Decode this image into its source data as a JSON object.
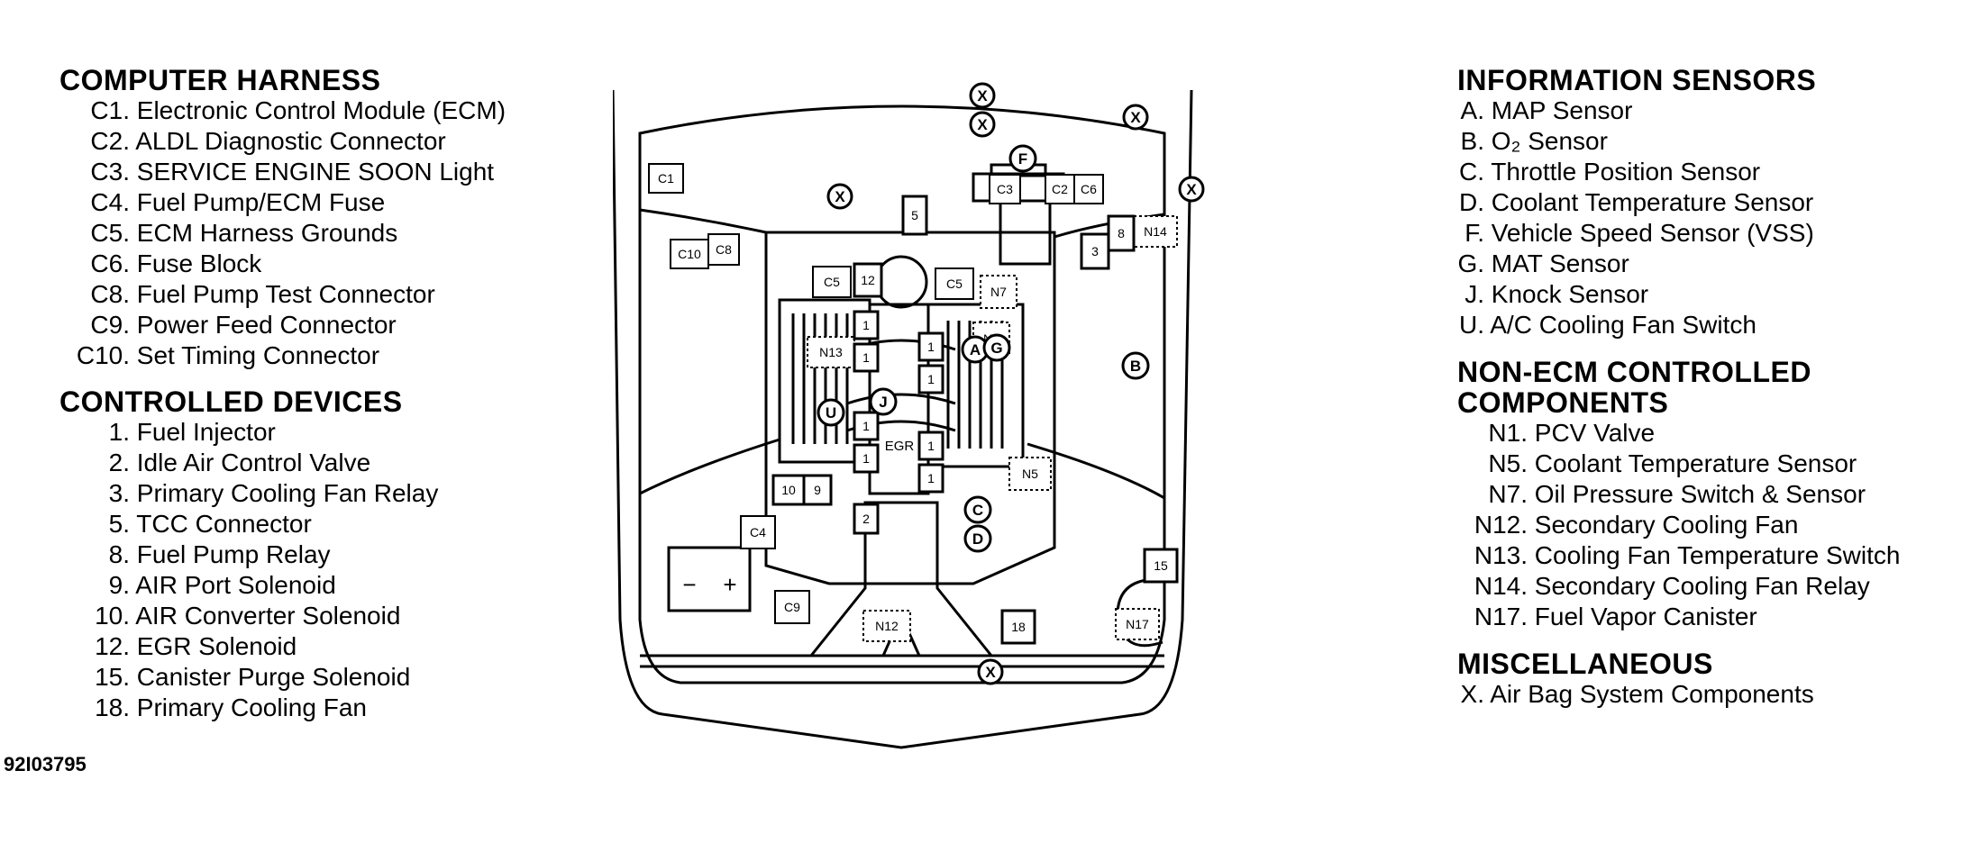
{
  "computer_harness": {
    "title": "COMPUTER HARNESS",
    "items": [
      {
        "code": "C1.",
        "label": "Electronic Control Module (ECM)"
      },
      {
        "code": "C2.",
        "label": "ALDL Diagnostic Connector"
      },
      {
        "code": "C3.",
        "label": "SERVICE ENGINE SOON Light"
      },
      {
        "code": "C4.",
        "label": "Fuel Pump/ECM Fuse"
      },
      {
        "code": "C5.",
        "label": "ECM Harness Grounds"
      },
      {
        "code": "C6.",
        "label": "Fuse Block"
      },
      {
        "code": "C8.",
        "label": "Fuel Pump Test Connector"
      },
      {
        "code": "C9.",
        "label": "Power Feed Connector"
      },
      {
        "code": "C10.",
        "label": "Set Timing Connector"
      }
    ]
  },
  "controlled_devices": {
    "title": "CONTROLLED DEVICES",
    "items": [
      {
        "code": "1.",
        "label": "Fuel Injector"
      },
      {
        "code": "2.",
        "label": "Idle Air Control Valve"
      },
      {
        "code": "3.",
        "label": "Primary Cooling Fan Relay"
      },
      {
        "code": "5.",
        "label": "TCC Connector"
      },
      {
        "code": "8.",
        "label": "Fuel Pump Relay"
      },
      {
        "code": "9.",
        "label": "AIR Port Solenoid"
      },
      {
        "code": "10.",
        "label": "AIR Converter Solenoid"
      },
      {
        "code": "12.",
        "label": "EGR Solenoid"
      },
      {
        "code": "15.",
        "label": "Canister Purge Solenoid"
      },
      {
        "code": "18.",
        "label": "Primary Cooling Fan"
      }
    ]
  },
  "figure_id": "92I03795",
  "information_sensors": {
    "title": "INFORMATION SENSORS",
    "items": [
      {
        "code": "A.",
        "label": "MAP Sensor"
      },
      {
        "code": "B.",
        "label": "O₂ Sensor"
      },
      {
        "code": "C.",
        "label": "Throttle Position Sensor"
      },
      {
        "code": "D.",
        "label": "Coolant Temperature Sensor"
      },
      {
        "code": "F.",
        "label": "Vehicle Speed Sensor (VSS)"
      },
      {
        "code": "G.",
        "label": "MAT Sensor"
      },
      {
        "code": "J.",
        "label": "Knock Sensor"
      },
      {
        "code": "U.",
        "label": "A/C Cooling Fan Switch"
      }
    ]
  },
  "non_ecm": {
    "title_line1": "NON-ECM CONTROLLED",
    "title_line2": "COMPONENTS",
    "items": [
      {
        "code": "N1.",
        "label": "PCV Valve"
      },
      {
        "code": "N5.",
        "label": "Coolant Temperature Sensor"
      },
      {
        "code": "N7.",
        "label": "Oil Pressure Switch & Sensor"
      },
      {
        "code": "N12.",
        "label": "Secondary Cooling Fan"
      },
      {
        "code": "N13.",
        "label": "Cooling Fan Temperature Switch"
      },
      {
        "code": "N14.",
        "label": "Secondary Cooling Fan Relay"
      },
      {
        "code": "N17.",
        "label": "Fuel Vapor Canister"
      }
    ]
  },
  "miscellaneous": {
    "title": "MISCELLANEOUS",
    "items": [
      {
        "code": "X.",
        "label": "Air Bag System Components"
      }
    ]
  },
  "diagram": {
    "egr_text": "EGR",
    "battery_minus": "−",
    "battery_plus": "+",
    "boxes": {
      "c1": "C1",
      "c3": "C3",
      "c2": "C2",
      "c6": "C6",
      "c10": "C10",
      "c8": "C8",
      "c5a": "C5",
      "c5b": "C5",
      "c4": "C4",
      "c9": "C9",
      "n1": "N1",
      "n5": "N5",
      "n7": "N7",
      "n12": "N12",
      "n13": "N13",
      "n14": "N14",
      "n17": "N17",
      "d5": "5",
      "d12": "12",
      "d3": "3",
      "d8": "8",
      "d10": "10",
      "d9": "9",
      "d2": "2",
      "d15": "15",
      "d18": "18",
      "d1": "1"
    },
    "circles": {
      "x": "X",
      "f": "F",
      "a": "A",
      "g": "G",
      "b": "B",
      "j": "J",
      "u": "U",
      "c": "C",
      "d": "D"
    }
  }
}
